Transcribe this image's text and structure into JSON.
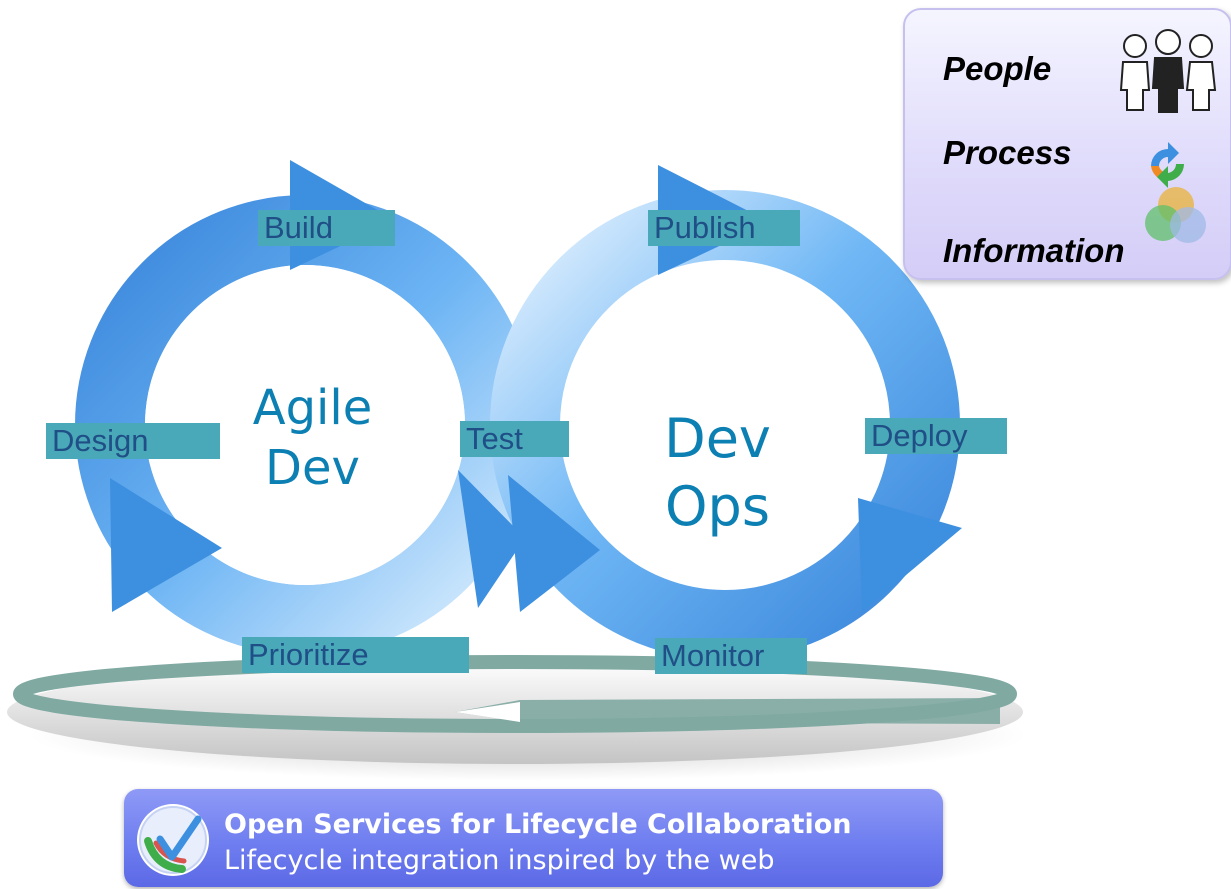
{
  "agile_cycle": {
    "title_line1": "Agile",
    "title_line2": "Dev",
    "stages": {
      "build": "Build",
      "design": "Design",
      "prioritize": "Prioritize",
      "test": "Test"
    }
  },
  "devops_cycle": {
    "title_line1": "Dev",
    "title_line2": "Ops",
    "stages": {
      "publish": "Publish",
      "deploy": "Deploy",
      "monitor": "Monitor"
    }
  },
  "legend": {
    "people": "People",
    "process": "Process",
    "information": "Information",
    "icons": [
      "people-icon",
      "process-cycle-icon",
      "information-venn-icon"
    ]
  },
  "oslc_banner": {
    "title": "Open Services for Lifecycle Collaboration",
    "subtitle": "Lifecycle integration inspired by the web",
    "icon": "oslc-logo-icon"
  },
  "colors": {
    "arrow_blue": "#3d8fe0",
    "label_bg": "#4aa9b8",
    "label_text": "#1f4f86",
    "center_text": "#0c7fb3",
    "platform": "#7fa9a1",
    "banner": "#6f7ef0"
  }
}
